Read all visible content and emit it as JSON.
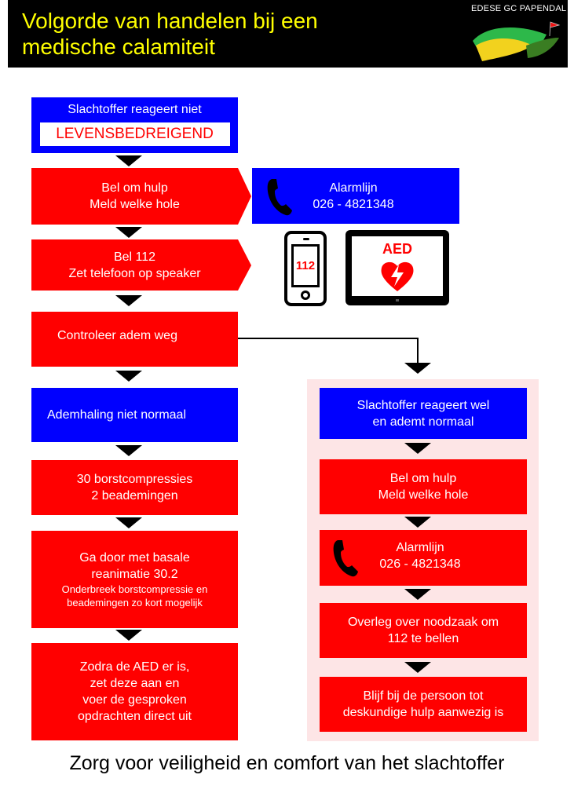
{
  "header": {
    "title_line1": "Volgorde van handelen bij een",
    "title_line2": "medische calamiteit",
    "brand": "EDESE GC PAPENDAL"
  },
  "left_flow": {
    "step1": {
      "line1": "Slachtoffer reageert niet",
      "highlight": "LEVENSBEDREIGEND"
    },
    "step2": {
      "line1": "Bel om hulp",
      "line2": "Meld welke hole"
    },
    "step3": {
      "line1": "Bel 112",
      "line2": "Zet telefoon op speaker"
    },
    "step4": {
      "line1": "Controleer adem weg"
    },
    "step5": {
      "line1": "Ademhaling niet normaal"
    },
    "step6": {
      "line1": "30 borstcompressies",
      "line2": "2 beademingen"
    },
    "step7": {
      "line1": "Ga door met basale",
      "line2": "reanimatie 30.2",
      "line3": "Onderbreek borstcompressie en",
      "line4": "beademingen zo kort mogelijk"
    },
    "step8": {
      "line1": "Zodra de AED er is,",
      "line2": "zet deze aan en",
      "line3": "voer de gesproken",
      "line4": "opdrachten direct uit"
    }
  },
  "alarm_box": {
    "line1": "Alarmlijn",
    "line2": "026 - 4821348",
    "icon": "phone-icon"
  },
  "icons": {
    "phone_number": "112",
    "aed_label": "AED"
  },
  "right_flow": {
    "step1": {
      "line1": "Slachtoffer reageert wel",
      "line2": "en ademt normaal"
    },
    "step2": {
      "line1": "Bel om hulp",
      "line2": "Meld welke hole"
    },
    "step3": {
      "line1": "Alarmlijn",
      "line2": "026 - 4821348"
    },
    "step4": {
      "line1": "Overleg over noodzaak om",
      "line2": "112 te bellen"
    },
    "step5": {
      "line1": "Blijf bij de persoon tot",
      "line2": "deskundige hulp aanwezig is"
    }
  },
  "footer": {
    "text": "Zorg voor veiligheid en comfort van het slachtoffer"
  },
  "colors": {
    "red": "#ff0000",
    "blue": "#0000ff",
    "yellow": "#ffff00",
    "pink": "#fde5e6"
  }
}
